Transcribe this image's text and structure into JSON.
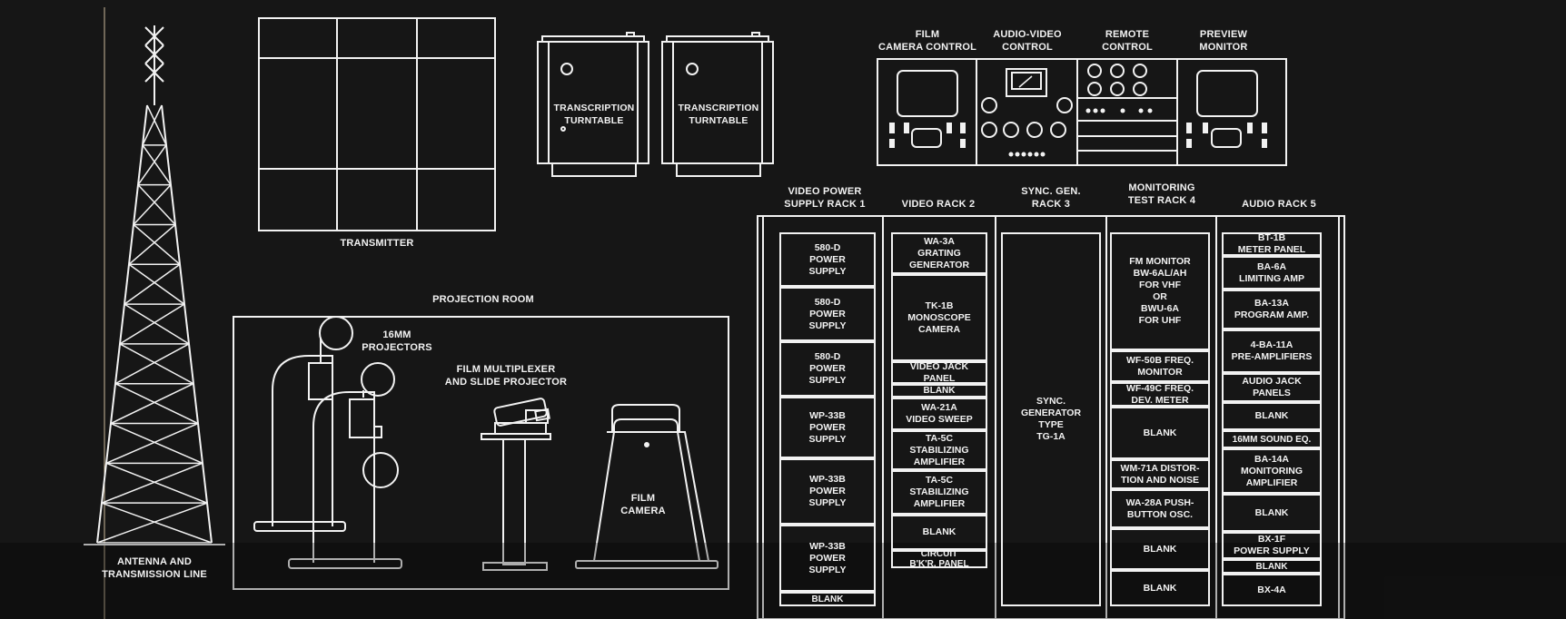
{
  "labels": {
    "antenna": "ANTENNA AND\nTRANSMISSION LINE",
    "transmitter": "TRANSMITTER",
    "turntable_1": "TRANSCRIPTION\nTURNTABLE",
    "turntable_2": "TRANSCRIPTION\nTURNTABLE",
    "projection_room": "PROJECTION ROOM",
    "projectors": "16MM\nPROJECTORS",
    "multiplexer": "FILM MULTIPLEXER\nAND SLIDE PROJECTOR",
    "film_camera": "FILM\nCAMERA",
    "console_film_camera_control": "FILM\nCAMERA CONTROL",
    "console_audio_video_control": "AUDIO-VIDEO\nCONTROL",
    "console_remote_control": "REMOTE\nCONTROL",
    "console_preview_monitor": "PREVIEW\nMONITOR"
  },
  "racks": [
    {
      "title": "VIDEO POWER\nSUPPLY RACK 1",
      "units": [
        "580-D\nPOWER\nSUPPLY",
        "580-D\nPOWER\nSUPPLY",
        "580-D\nPOWER\nSUPPLY",
        "WP-33B\nPOWER\nSUPPLY",
        "WP-33B\nPOWER\nSUPPLY",
        "WP-33B\nPOWER\nSUPPLY",
        "BLANK"
      ]
    },
    {
      "title": "VIDEO RACK 2",
      "units": [
        "WA-3A\nGRATING\nGENERATOR",
        "TK-1B\nMONOSCOPE\nCAMERA",
        "VIDEO JACK PANEL",
        "BLANK",
        "WA-21A\nVIDEO SWEEP",
        "TA-5C\nSTABILIZING\nAMPLIFIER",
        "TA-5C\nSTABILIZING\nAMPLIFIER",
        "BLANK",
        "CIRCUIT\nB'K'R. PANEL"
      ]
    },
    {
      "title": "SYNC. GEN.\nRACK 3",
      "units": [
        "SYNC.\nGENERATOR\nTYPE\nTG-1A"
      ]
    },
    {
      "title": "MONITORING\nTEST RACK 4",
      "units": [
        "FM MONITOR\nBW-6AL/AH\nFOR VHF\nOR\nBWU-6A\nFOR UHF",
        "WF-50B FREQ.\nMONITOR",
        "WF-49C FREQ.\nDEV. METER",
        "BLANK",
        "WM-71A DISTOR-\nTION AND NOISE",
        "WA-28A PUSH-\nBUTTON OSC.",
        "BLANK",
        "BLANK"
      ]
    },
    {
      "title": "AUDIO RACK 5",
      "units": [
        "BT-1B\nMETER PANEL",
        "BA-6A\nLIMITING AMP",
        "BA-13A\nPROGRAM AMP.",
        "4-BA-11A\nPRE-AMPLIFIERS",
        "AUDIO JACK PANELS",
        "BLANK",
        "16MM SOUND EQ.",
        "BA-14A\nMONITORING\nAMPLIFIER",
        "BLANK",
        "BX-1F\nPOWER SUPPLY",
        "BLANK",
        "BX-4A"
      ]
    }
  ],
  "colors": {
    "background": "#161616",
    "line": "#f2f2f2"
  }
}
